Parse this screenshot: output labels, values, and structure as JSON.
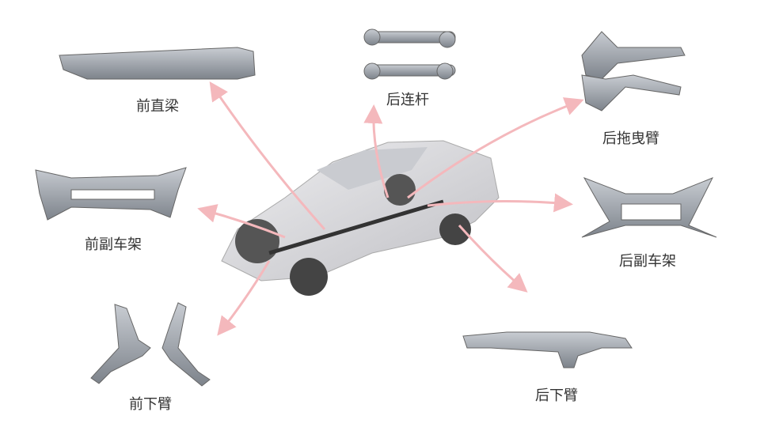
{
  "title": "Vehicle chassis components",
  "colors": {
    "arrow": "#f4b8bc",
    "part": "#9aa0a8",
    "car": "#d9d9dc"
  },
  "parts": [
    {
      "id": "front-cross-beam",
      "label": "前直梁"
    },
    {
      "id": "rear-link",
      "label": "后连杆"
    },
    {
      "id": "rear-trailing-arm",
      "label": "后拖曳臂"
    },
    {
      "id": "front-subframe",
      "label": "前副车架"
    },
    {
      "id": "rear-subframe",
      "label": "后副车架"
    },
    {
      "id": "front-lower-arm",
      "label": "前下臂"
    },
    {
      "id": "rear-lower-arm",
      "label": "后下臂"
    }
  ]
}
